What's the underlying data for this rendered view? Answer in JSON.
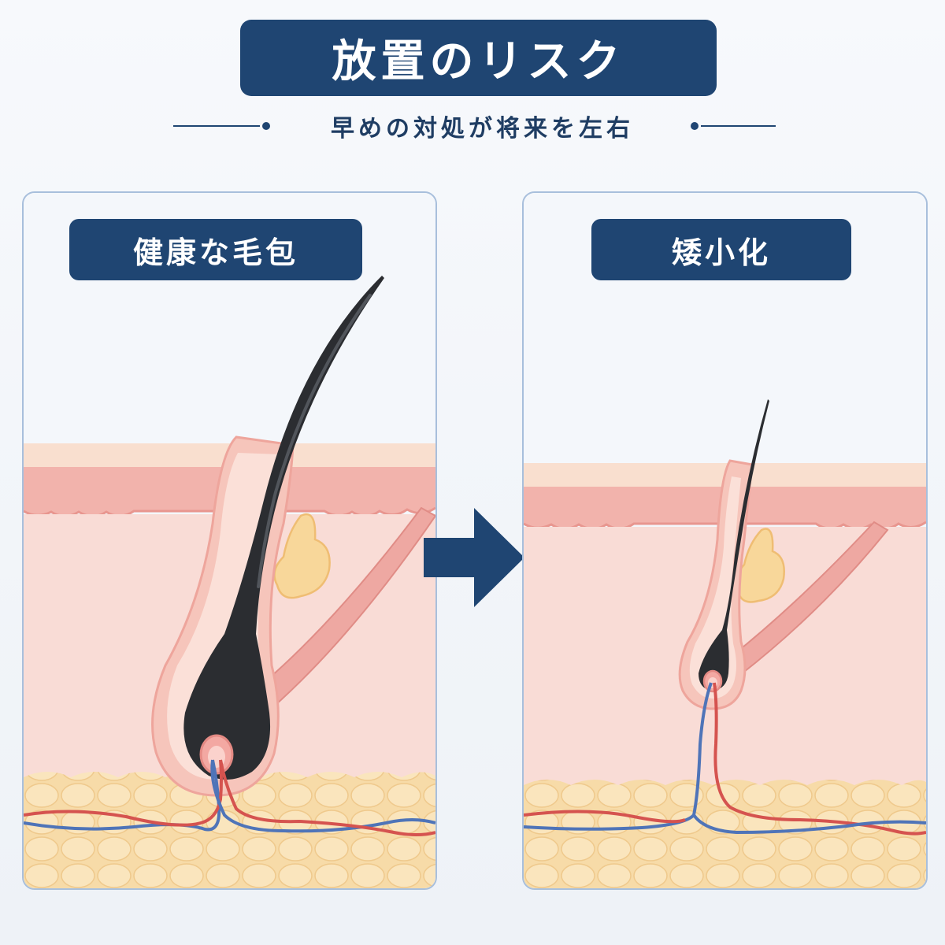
{
  "header": {
    "title": "放置のリスク",
    "subtitle": "早めの対処が将来を左右"
  },
  "panels": {
    "left": {
      "label": "健康な毛包"
    },
    "right": {
      "label": "矮小化"
    }
  },
  "colors": {
    "navy": "#1f4572",
    "epidermis": "#f2b3ac",
    "dermis": "#f9dcd6",
    "fat": "#f9e0b2",
    "hair": "#2b2d31",
    "sebaceous_gland": "#f8d79a",
    "artery": "#d5534f",
    "vein": "#4f74b8"
  }
}
